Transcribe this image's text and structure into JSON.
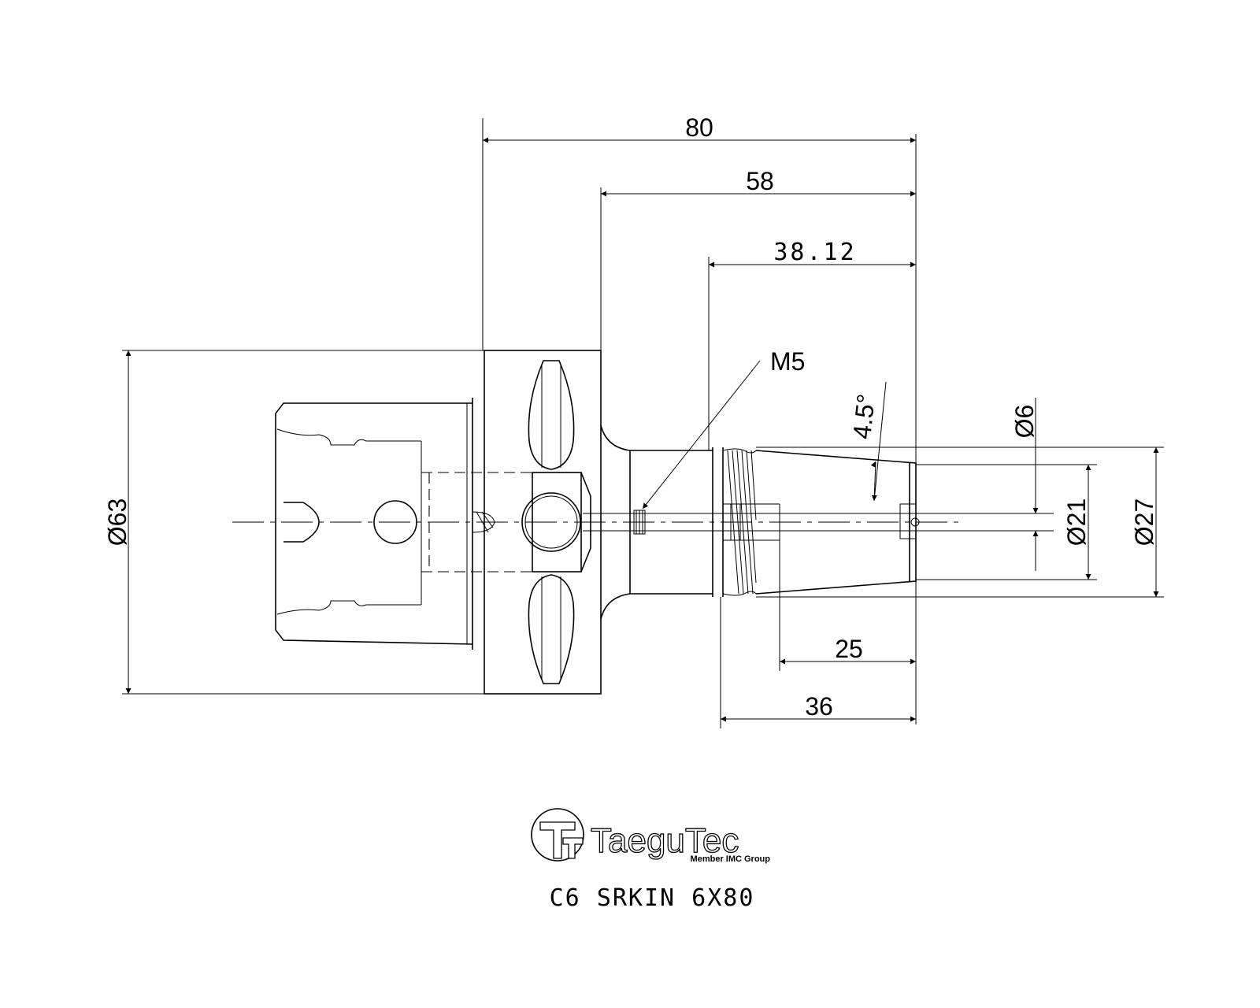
{
  "dimensions": {
    "overall_length": "80",
    "shank_length": "58",
    "taper_length": "38.12",
    "bore_depth_a": "25",
    "bore_depth_b": "36",
    "flange_diameter": "Ø63",
    "bore_diameter": "Ø6",
    "tip_diameter": "Ø21",
    "taper_diameter": "Ø27",
    "taper_angle": "4.5°",
    "thread": "M5"
  },
  "logo": {
    "brand": "TaeguTec",
    "tagline": "Member IMC Group"
  },
  "title": "C6 SRKIN 6X80"
}
